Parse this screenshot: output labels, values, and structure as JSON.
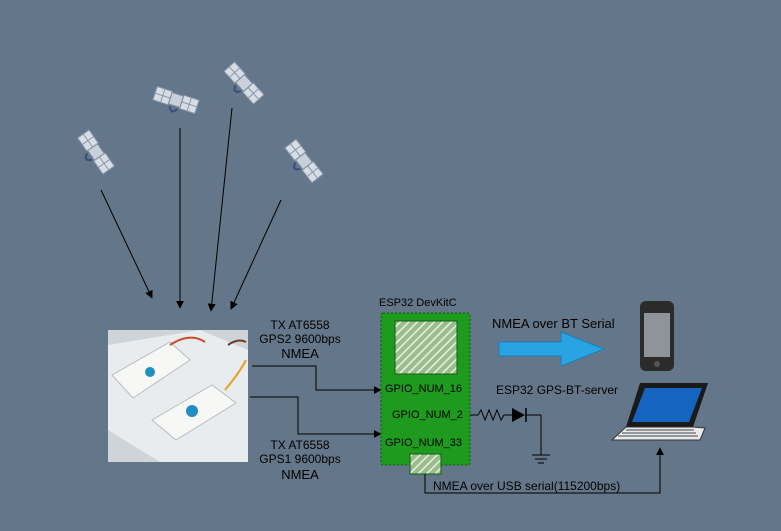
{
  "board": {
    "title": "ESP32 DevKitC",
    "pins": [
      "GPIO_NUM_16",
      "GPIO_NUM_2",
      "GPIO_NUM_33"
    ]
  },
  "gps2": {
    "line1": "TX  AT6558",
    "line2": "GPS2 9600bps",
    "line3": "NMEA"
  },
  "gps1": {
    "line1": "TX AT6558",
    "line2": "GPS1 9600bps",
    "line3": "NMEA"
  },
  "bt_label": "NMEA over BT Serial",
  "server_label": "ESP32 GPS-BT-server",
  "usb_label": "NMEA over USB serial(115200bps)",
  "colors": {
    "background": "#647689",
    "board": "#1e9a1e",
    "bt_arrow": "#2aa3e3",
    "laptop_screen": "#1565c0"
  },
  "icons": [
    "satellite-icon",
    "satellite-icon",
    "satellite-icon",
    "satellite-icon",
    "gps-modules-photo",
    "smartphone-icon",
    "laptop-icon",
    "led-icon",
    "resistor-icon",
    "ground-icon"
  ]
}
